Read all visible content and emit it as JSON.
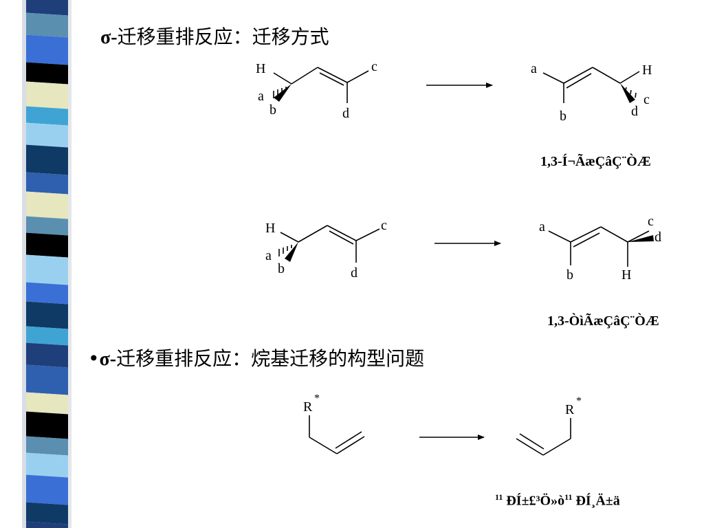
{
  "slide": {
    "heading1": {
      "prefix": "σ-",
      "text": "迁移重排反应：迁移方式"
    },
    "heading2": {
      "bullet": "•",
      "prefix": "σ-",
      "text": "迁移重排反应：烷基迁移的构型问题"
    }
  },
  "reactions": [
    {
      "reactant_labels": {
        "H": "H",
        "a": "a",
        "b": "b",
        "c": "c",
        "d": "d"
      },
      "product_labels": {
        "a": "a",
        "b": "b",
        "H": "H",
        "c": "c",
        "d": "d"
      },
      "caption": "1,3-Í¬ÃæÇâÇ¨ÒÆ"
    },
    {
      "reactant_labels": {
        "H": "H",
        "a": "a",
        "b": "b",
        "c": "c",
        "d": "d"
      },
      "product_labels": {
        "a": "a",
        "b": "b",
        "c": "c",
        "d": "d",
        "H": "H"
      },
      "caption": "1,3-ÒìÃæÇâÇ¨ÒÆ"
    },
    {
      "reactant_label": "R",
      "reactant_star": "*",
      "product_label": "R",
      "product_star": "*",
      "caption_sup1": "11",
      "caption_main": "ÐÍ±£³Ö»ò",
      "caption_sup2": "11",
      "caption_end": "ÐÍ¸Ä±ä"
    }
  ],
  "colors": {
    "stripe_palette": [
      "#1f3f7a",
      "#5a8fb0",
      "#3a6fd6",
      "#000000",
      "#e6e6bf",
      "#3fa4d4",
      "#9ad0ef",
      "#0f3a66",
      "#2f5faf"
    ]
  }
}
